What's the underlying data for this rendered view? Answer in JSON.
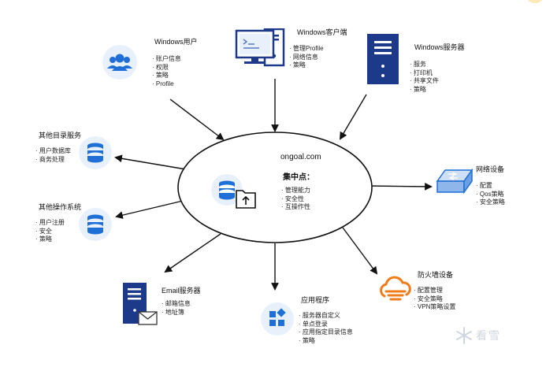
{
  "center": {
    "domain": "ongoal.com",
    "heading": "集中点：",
    "items": [
      "管理能力",
      "安全性",
      "互操作性"
    ]
  },
  "nodes": {
    "windows_user": {
      "title": "Windows用户",
      "items": [
        "账户信息",
        "权限",
        "策略",
        "Profile"
      ]
    },
    "windows_client": {
      "title": "Windows客户端",
      "items": [
        "管理Profile",
        "网络信息",
        "策略"
      ]
    },
    "windows_server": {
      "title": "Windows服务器",
      "items": [
        "服务",
        "打印机",
        "共享文件",
        "策略"
      ]
    },
    "other_directory": {
      "title": "其他目录服务",
      "items": [
        "用户数据库",
        "商务处理"
      ]
    },
    "other_os": {
      "title": "其他操作系统",
      "items": [
        "用户注册",
        "安全",
        "策略"
      ]
    },
    "network_device": {
      "title": "网络设备",
      "items": [
        "配置",
        "Qos策略",
        "安全策略"
      ]
    },
    "email_server": {
      "title": "Email服务器",
      "items": [
        "邮箱信息",
        "地址簿"
      ]
    },
    "application": {
      "title": "应用程序",
      "items": [
        "服务器自定义",
        "单点登录",
        "应用指定目录信息",
        "策略"
      ]
    },
    "firewall": {
      "title": "防火墙设备",
      "items": [
        "配置管理",
        "安全策略",
        "VPN策略设置"
      ]
    }
  },
  "watermark": "看雪",
  "colors": {
    "accent_blue": "#1f6fd6",
    "navy": "#1d3a8a",
    "light_blue": "#e7f0fb",
    "orange": "#f07c1b"
  }
}
